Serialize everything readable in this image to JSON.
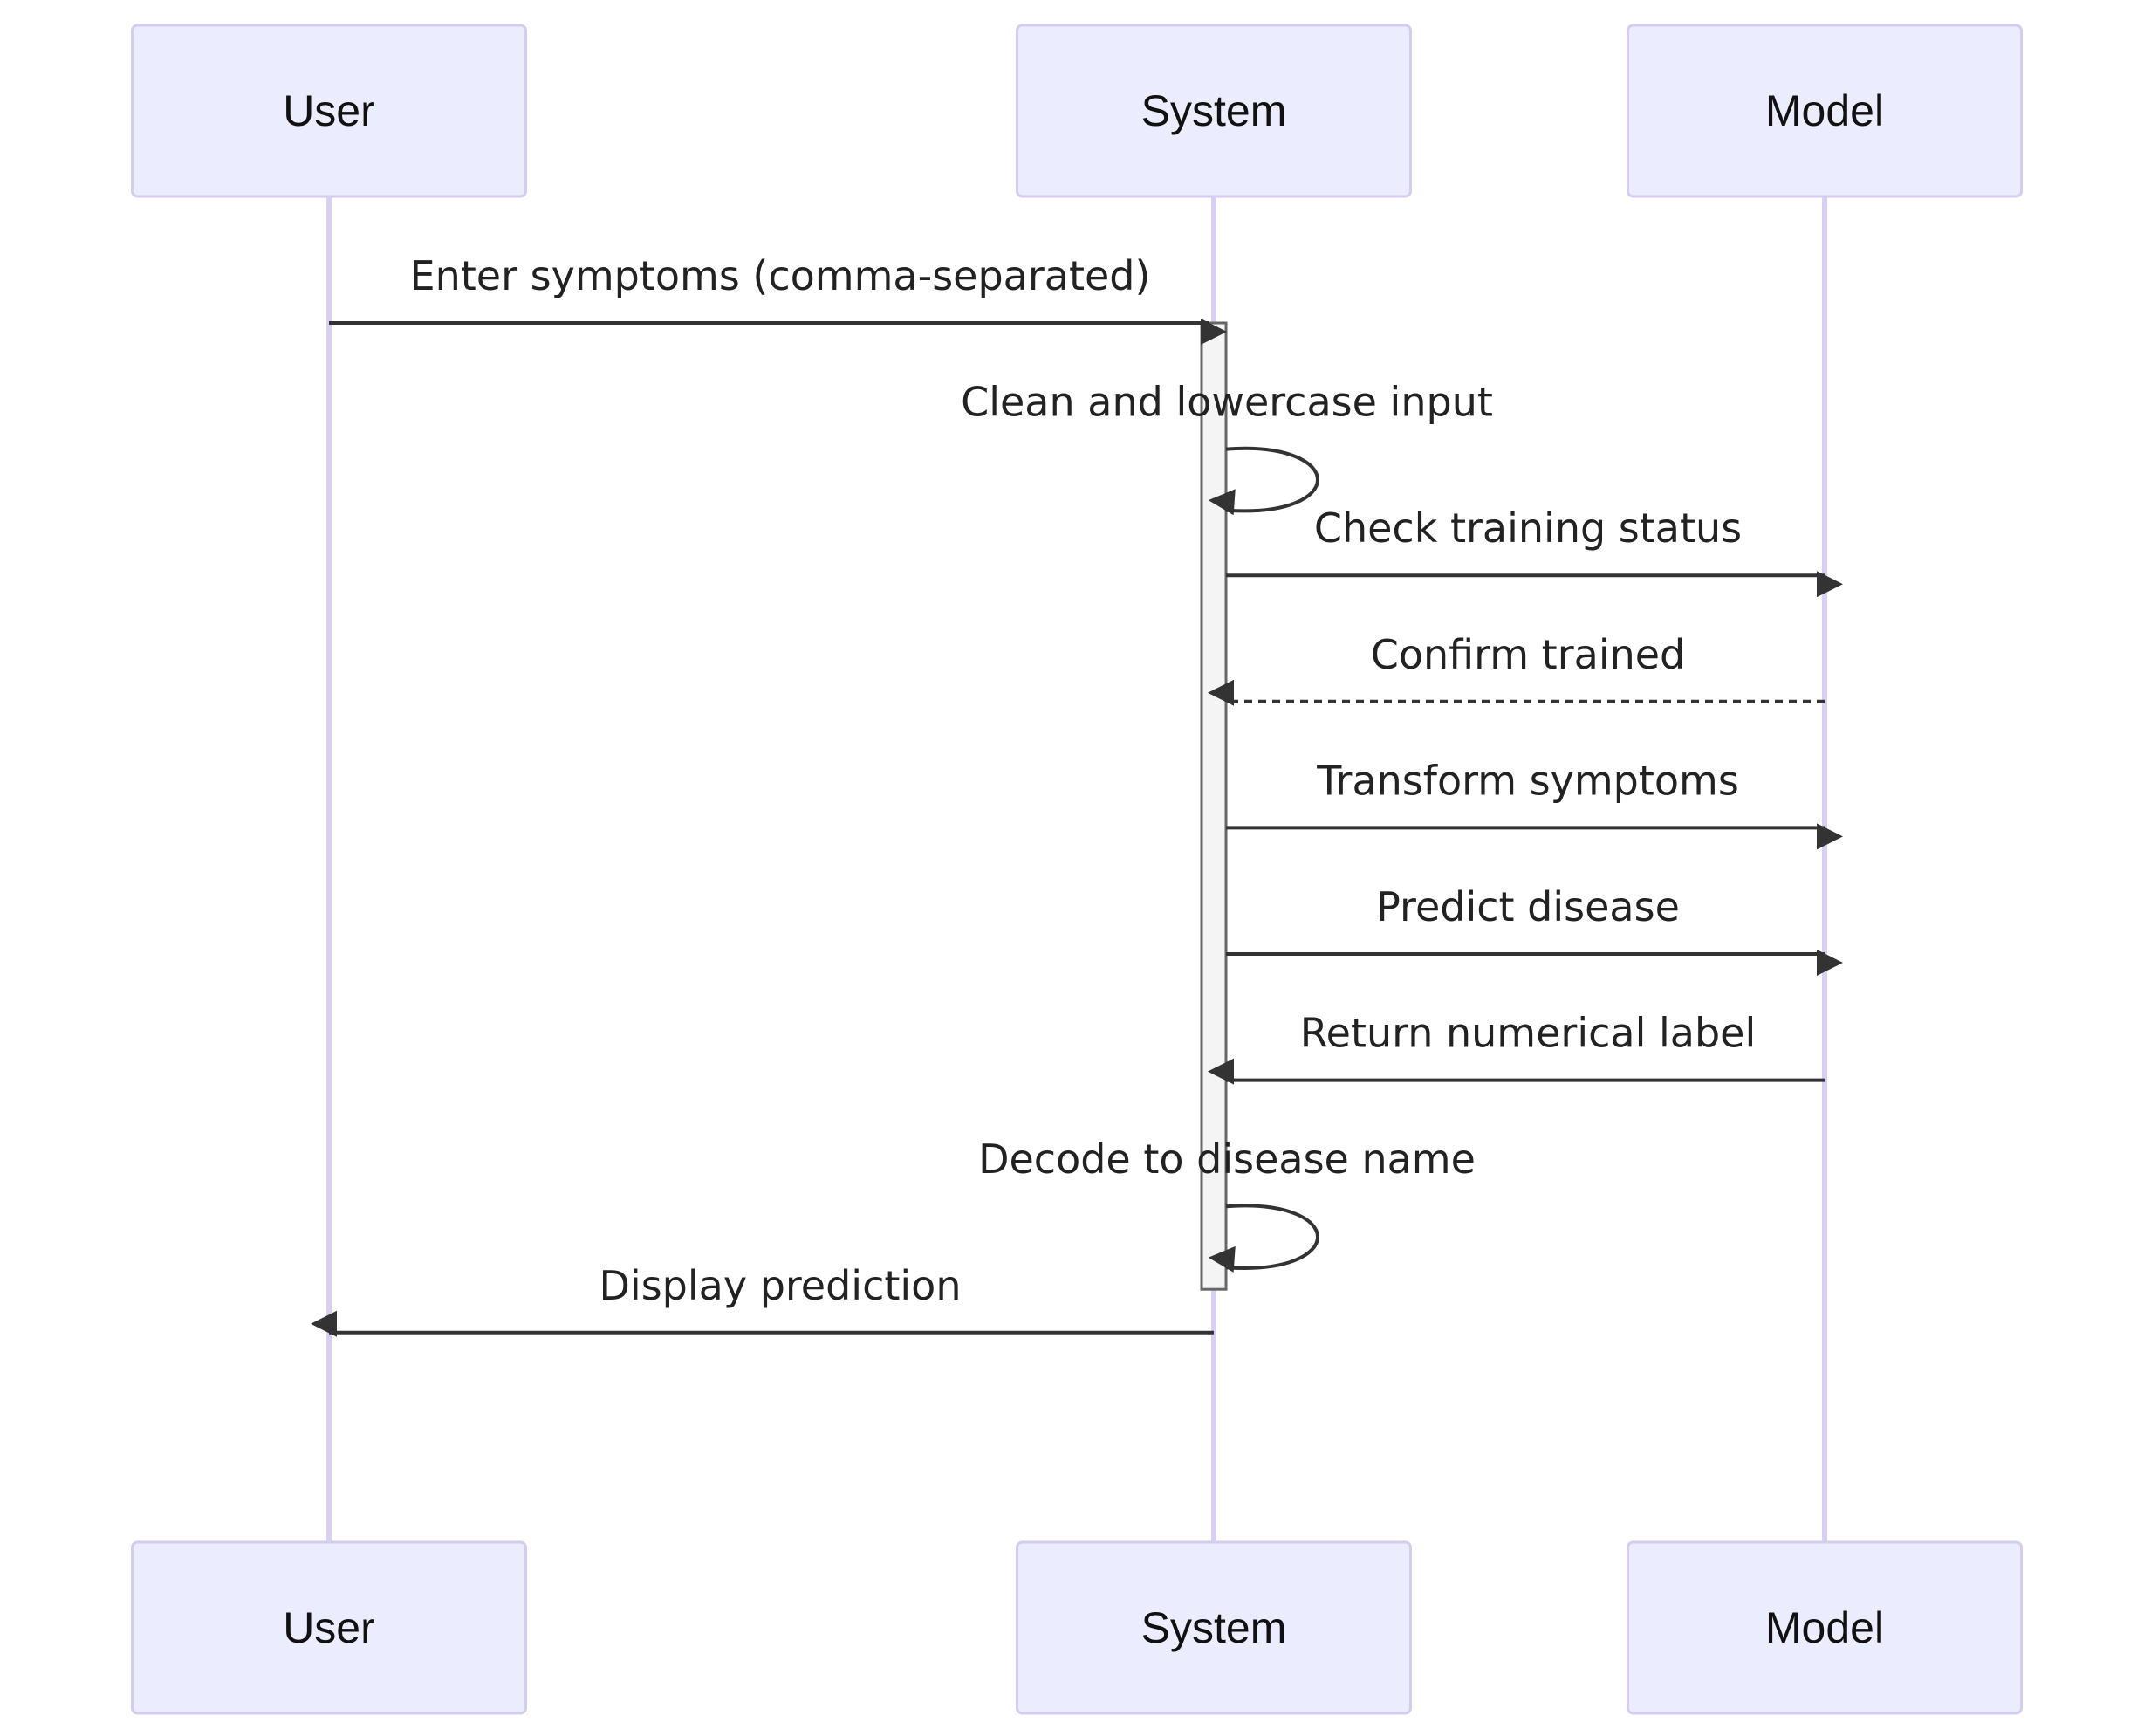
{
  "colors": {
    "actor_fill": "#ECECFF",
    "actor_stroke": "#D5CCF0",
    "lifeline": "#D9CFF2",
    "activation_fill": "#F4F4F4",
    "arrow": "#333333"
  },
  "participants": [
    {
      "id": "user",
      "label": "User"
    },
    {
      "id": "system",
      "label": "System"
    },
    {
      "id": "model",
      "label": "Model"
    }
  ],
  "messages": [
    {
      "from": "user",
      "to": "system",
      "label": "Enter symptoms (comma-separated)",
      "style": "solid"
    },
    {
      "from": "system",
      "to": "system",
      "label": "Clean and lowercase input",
      "style": "solid"
    },
    {
      "from": "system",
      "to": "model",
      "label": "Check training status",
      "style": "solid"
    },
    {
      "from": "model",
      "to": "system",
      "label": "Confirm trained",
      "style": "dashed"
    },
    {
      "from": "system",
      "to": "model",
      "label": "Transform symptoms",
      "style": "solid"
    },
    {
      "from": "system",
      "to": "model",
      "label": "Predict disease",
      "style": "solid"
    },
    {
      "from": "model",
      "to": "system",
      "label": "Return numerical label",
      "style": "solid"
    },
    {
      "from": "system",
      "to": "system",
      "label": "Decode to disease name",
      "style": "solid"
    },
    {
      "from": "system",
      "to": "user",
      "label": "Display prediction",
      "style": "solid"
    }
  ],
  "activation": {
    "participant": "system",
    "from_message": 0,
    "to_message": 7
  }
}
